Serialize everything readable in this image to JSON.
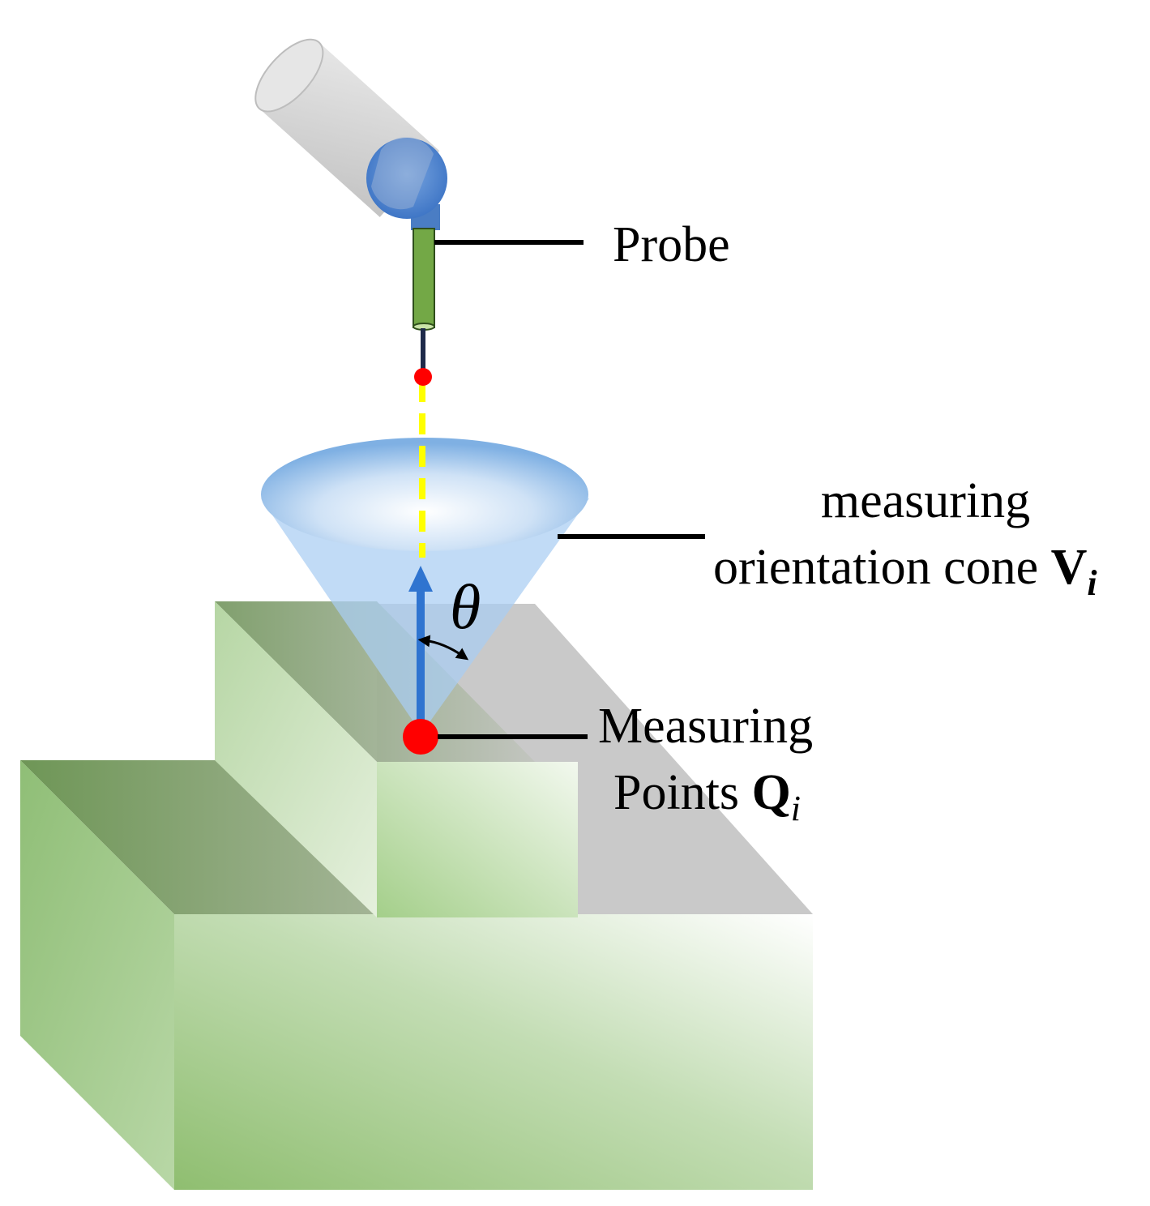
{
  "labels": {
    "probe": "Probe",
    "cone_line1": "measuring",
    "cone_line2_text": "orientation cone ",
    "cone_symbol": "V",
    "cone_subscript": "i",
    "points_line1": "Measuring",
    "points_line2_text": "Points ",
    "points_symbol": "Q",
    "points_subscript": "i",
    "angle_symbol": "θ"
  },
  "colors": {
    "block_green": "#9cc98a",
    "block_dark_green": "#6f9657",
    "shadow_gray": "#c8c8c8",
    "cone_blue": "#a9cdf3",
    "normal_arrow_blue": "#2f74d0",
    "point_red": "#ff0000",
    "probe_stylus_green": "#73a846",
    "probe_head_blue": "#5b8fd3",
    "probe_body_gray": "#cfcfcf",
    "dashed_line_yellow": "#ffff00"
  },
  "icons": {
    "probe": "probe-icon",
    "cone": "orientation-cone",
    "point": "measuring-point-marker"
  }
}
